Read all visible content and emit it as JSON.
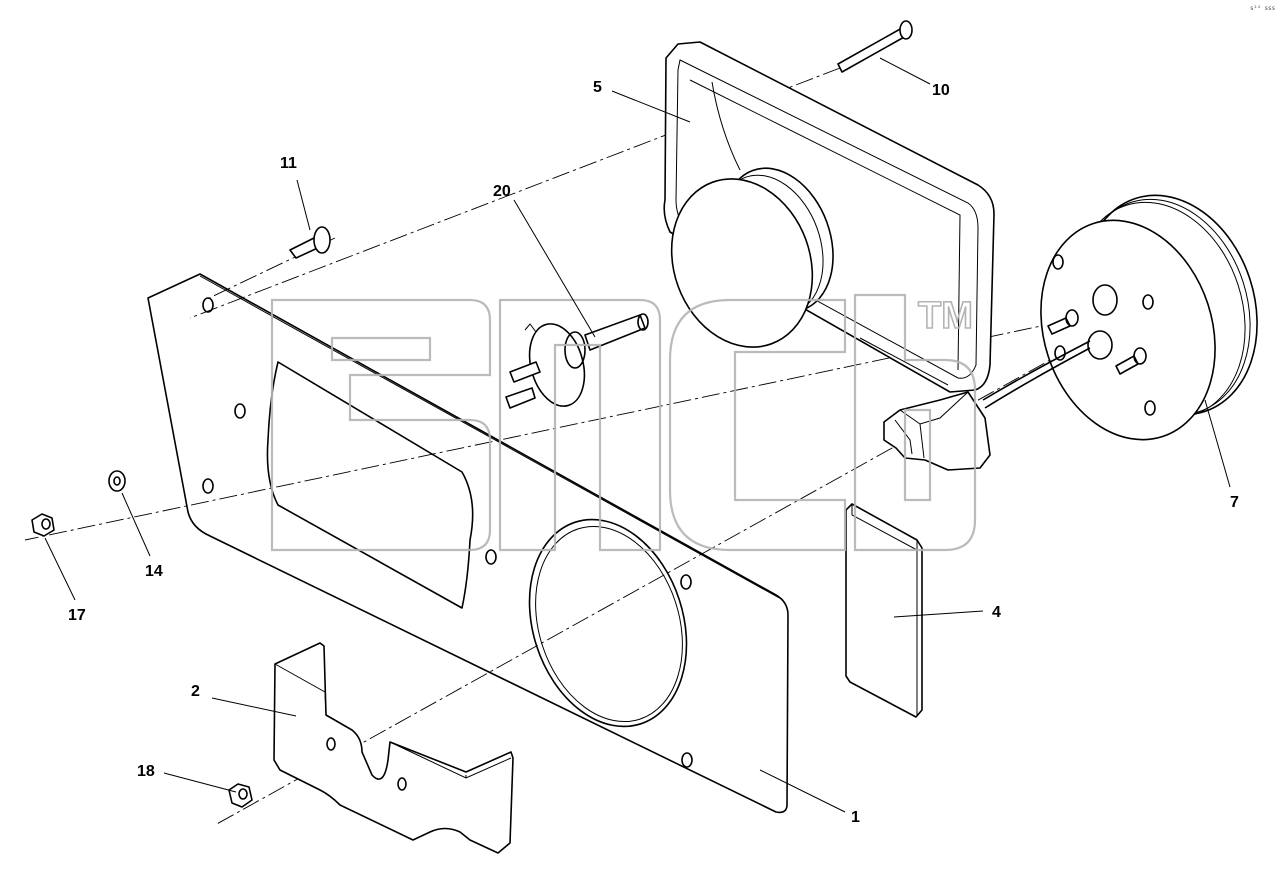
{
  "diagram": {
    "callouts": [
      {
        "id": "c1",
        "text": "1"
      },
      {
        "id": "c2",
        "text": "2"
      },
      {
        "id": "c4",
        "text": "4"
      },
      {
        "id": "c5",
        "text": "5"
      },
      {
        "id": "c7",
        "text": "7"
      },
      {
        "id": "c10",
        "text": "10"
      },
      {
        "id": "c11",
        "text": "11"
      },
      {
        "id": "c14",
        "text": "14"
      },
      {
        "id": "c17",
        "text": "17"
      },
      {
        "id": "c18",
        "text": "18"
      },
      {
        "id": "c20",
        "text": "20"
      }
    ],
    "watermark": {
      "trademark": "TM"
    },
    "corner_code": "s²² sss",
    "colors": {
      "line": "#000000",
      "watermark": "#b4b4b4",
      "background": "#ffffff"
    }
  }
}
